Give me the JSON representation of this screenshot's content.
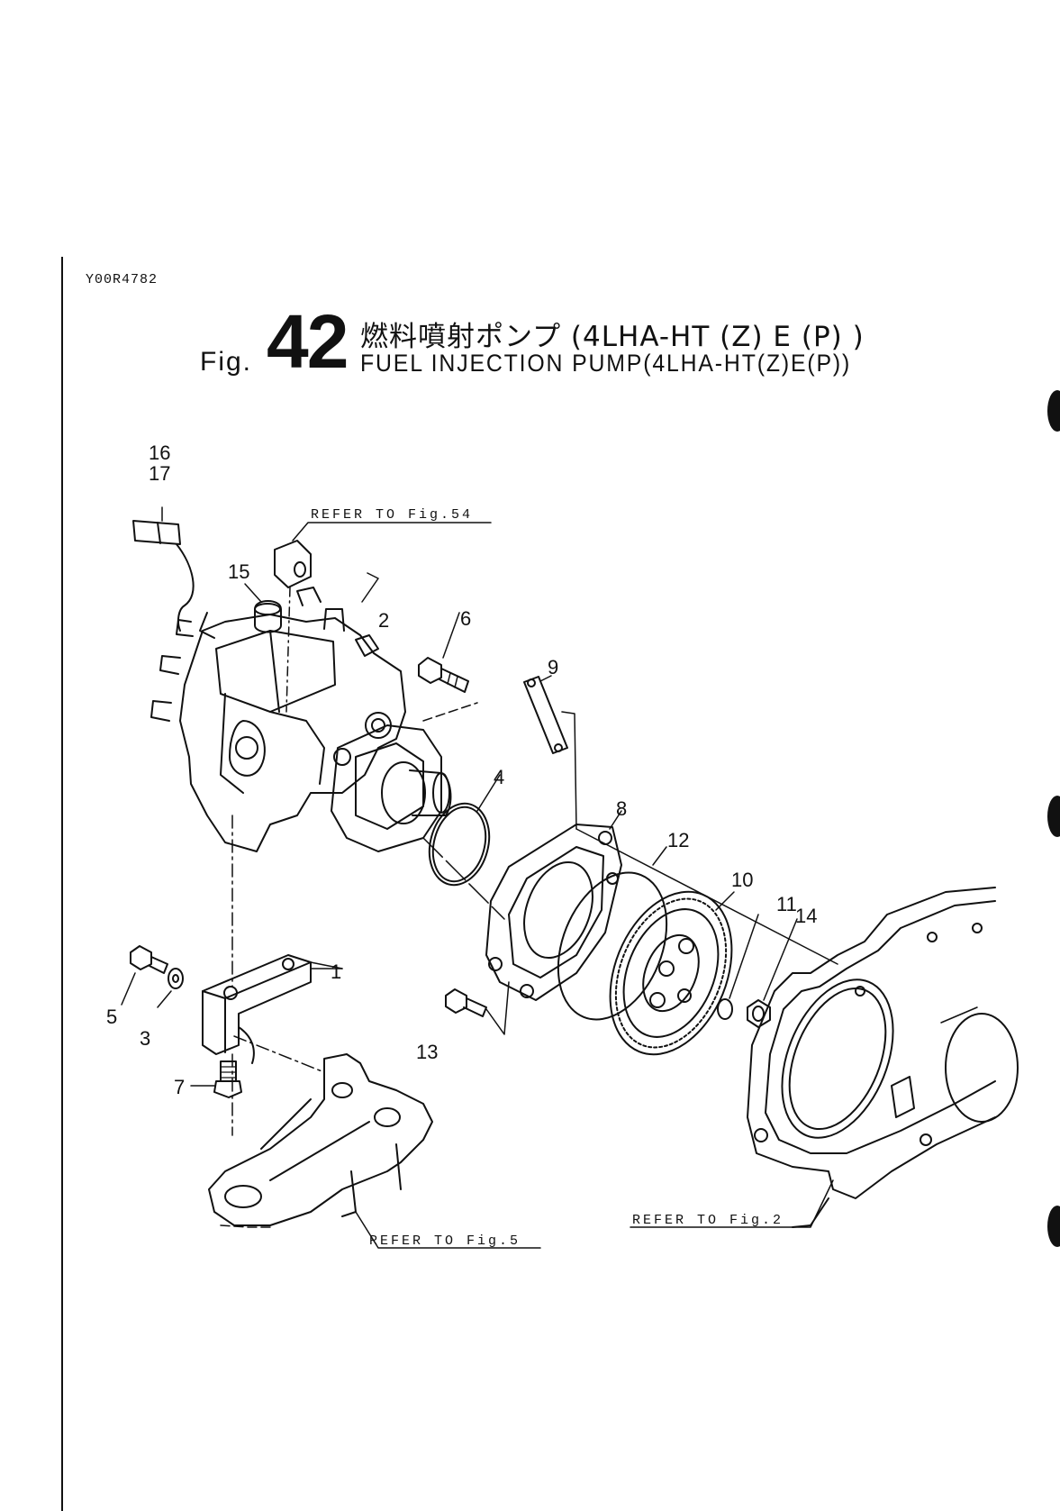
{
  "document": {
    "code": "Y00R4782",
    "fig_prefix": "Fig.",
    "fig_number": "42",
    "title_jp": "燃料噴射ポンプ (4LHA-HT (Z) E (P) )",
    "title_en": "FUEL INJECTION PUMP(4LHA-HT(Z)E(P))"
  },
  "references": {
    "fig54": "REFER TO Fig.54",
    "fig5": "REFER TO Fig.5",
    "fig2": "REFER TO Fig.2"
  },
  "callouts": {
    "c1": "1",
    "c2": "2",
    "c3": "3",
    "c4": "4",
    "c5": "5",
    "c6": "6",
    "c7": "7",
    "c8": "8",
    "c9": "9",
    "c10": "10",
    "c11": "11",
    "c12": "12",
    "c13": "13",
    "c14": "14",
    "c15": "15",
    "c16": "16",
    "c17": "17"
  },
  "colors": {
    "ink": "#111111",
    "paper": "#ffffff"
  }
}
